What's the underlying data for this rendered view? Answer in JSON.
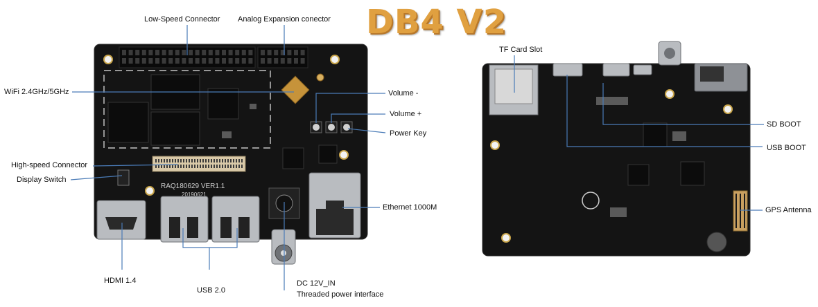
{
  "title": "DB4 V2",
  "labels": {
    "low_speed": "Low-Speed Connector",
    "analog_exp": "Analog Expansion conector",
    "wifi": "WiFi 2.4GHz/5GHz",
    "volume_minus": "Volume -",
    "volume_plus": "Volume +",
    "power_key": "Power Key",
    "high_speed": "High-speed Connector",
    "display_switch": "Display Switch",
    "ethernet": "Ethernet 1000M",
    "hdmi": "HDMI 1.4",
    "usb": "USB 2.0",
    "dc_in": "DC 12V_IN",
    "threaded_power": "Threaded power interface",
    "tf_card": "TF Card Slot",
    "sd_boot": "SD BOOT",
    "usb_boot": "USB BOOT",
    "gps": "GPS Antenna"
  },
  "silkscreen": {
    "part_number": "RAQ180629 VER1.1",
    "date": "20190621"
  }
}
